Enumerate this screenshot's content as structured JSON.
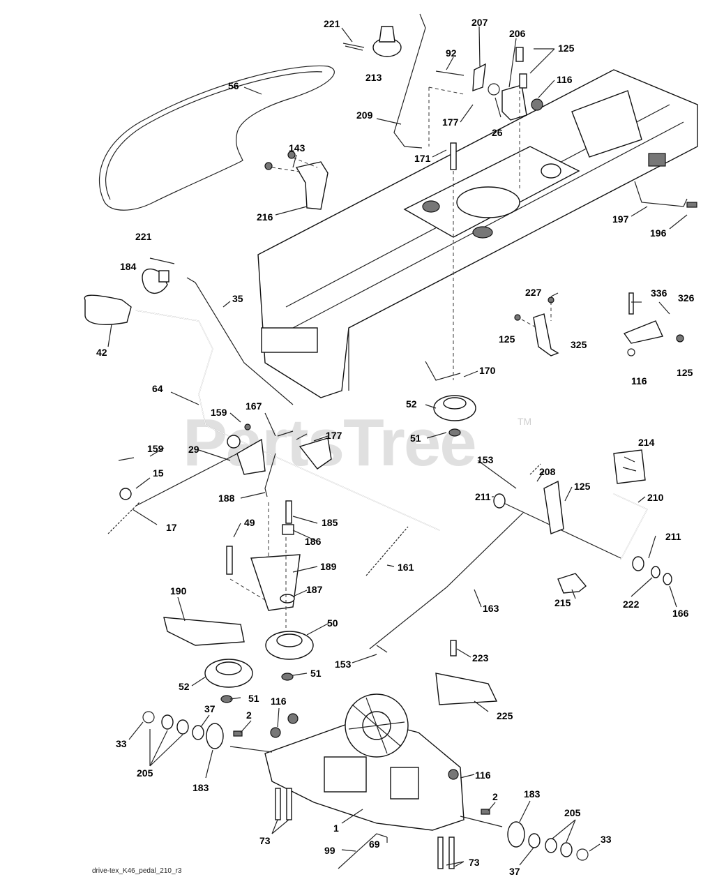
{
  "watermark": "PartsTree",
  "trademark": "TM",
  "caption": "drive-tex_K46_pedal_210_r3",
  "callouts": [
    "221",
    "213",
    "207",
    "92",
    "206",
    "125",
    "116",
    "56",
    "209",
    "177",
    "26",
    "143",
    "171",
    "216",
    "197",
    "196",
    "221",
    "184",
    "35",
    "227",
    "336",
    "326",
    "42",
    "125",
    "325",
    "116",
    "125",
    "170",
    "64",
    "167",
    "159",
    "52",
    "177",
    "51",
    "159",
    "29",
    "15",
    "153",
    "208",
    "214",
    "125",
    "211",
    "210",
    "188",
    "185",
    "17",
    "49",
    "186",
    "189",
    "161",
    "211",
    "187",
    "190",
    "50",
    "163",
    "215",
    "222",
    "166",
    "153",
    "52",
    "51",
    "223",
    "51",
    "116",
    "37",
    "2",
    "33",
    "205",
    "225",
    "183",
    "116",
    "2",
    "183",
    "205",
    "33",
    "1",
    "73",
    "99",
    "69",
    "73",
    "37"
  ]
}
